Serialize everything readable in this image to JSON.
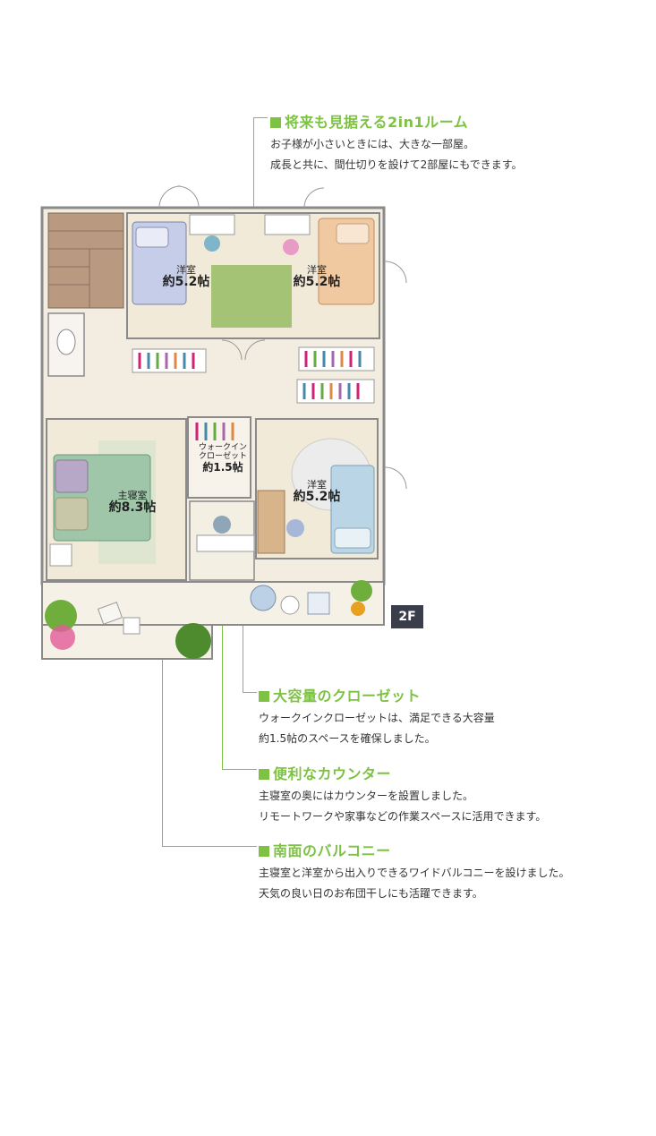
{
  "floor": "2F",
  "callouts": [
    {
      "title": "将来も見据える2in1ルーム",
      "lines": [
        "お子様が小さいときには、大きな一部屋。",
        "成長と共に、間仕切りを設けて2部屋にもできます。"
      ]
    },
    {
      "title": "大容量のクローゼット",
      "lines": [
        "ウォークインクローゼットは、満足できる大容量",
        "約1.5帖のスペースを確保しました。"
      ]
    },
    {
      "title": "便利なカウンター",
      "lines": [
        "主寝室の奥にはカウンターを設置しました。",
        "リモートワークや家事などの作業スペースに活用できます。"
      ]
    },
    {
      "title": "南面のバルコニー",
      "lines": [
        "主寝室と洋室から出入りできるワイドバルコニーを設けました。",
        "天気の良い日のお布団干しにも活躍できます。"
      ]
    }
  ],
  "rooms": [
    {
      "name": "洋室",
      "area": "約5.2帖"
    },
    {
      "name": "洋室",
      "area": "約5.2帖"
    },
    {
      "name": "ウォークイン\nクローゼット",
      "area": "約1.5帖"
    },
    {
      "name": "主寝室",
      "area": "約8.3帖"
    },
    {
      "name": "洋室",
      "area": "約5.2帖"
    }
  ],
  "colors": {
    "accent": "#7dc242",
    "badge": "#3a3d4a",
    "floor": "#f3ece0",
    "wall": "#8a8a8a",
    "stairs": "#b99a80",
    "rug": "#9bbf6a"
  }
}
